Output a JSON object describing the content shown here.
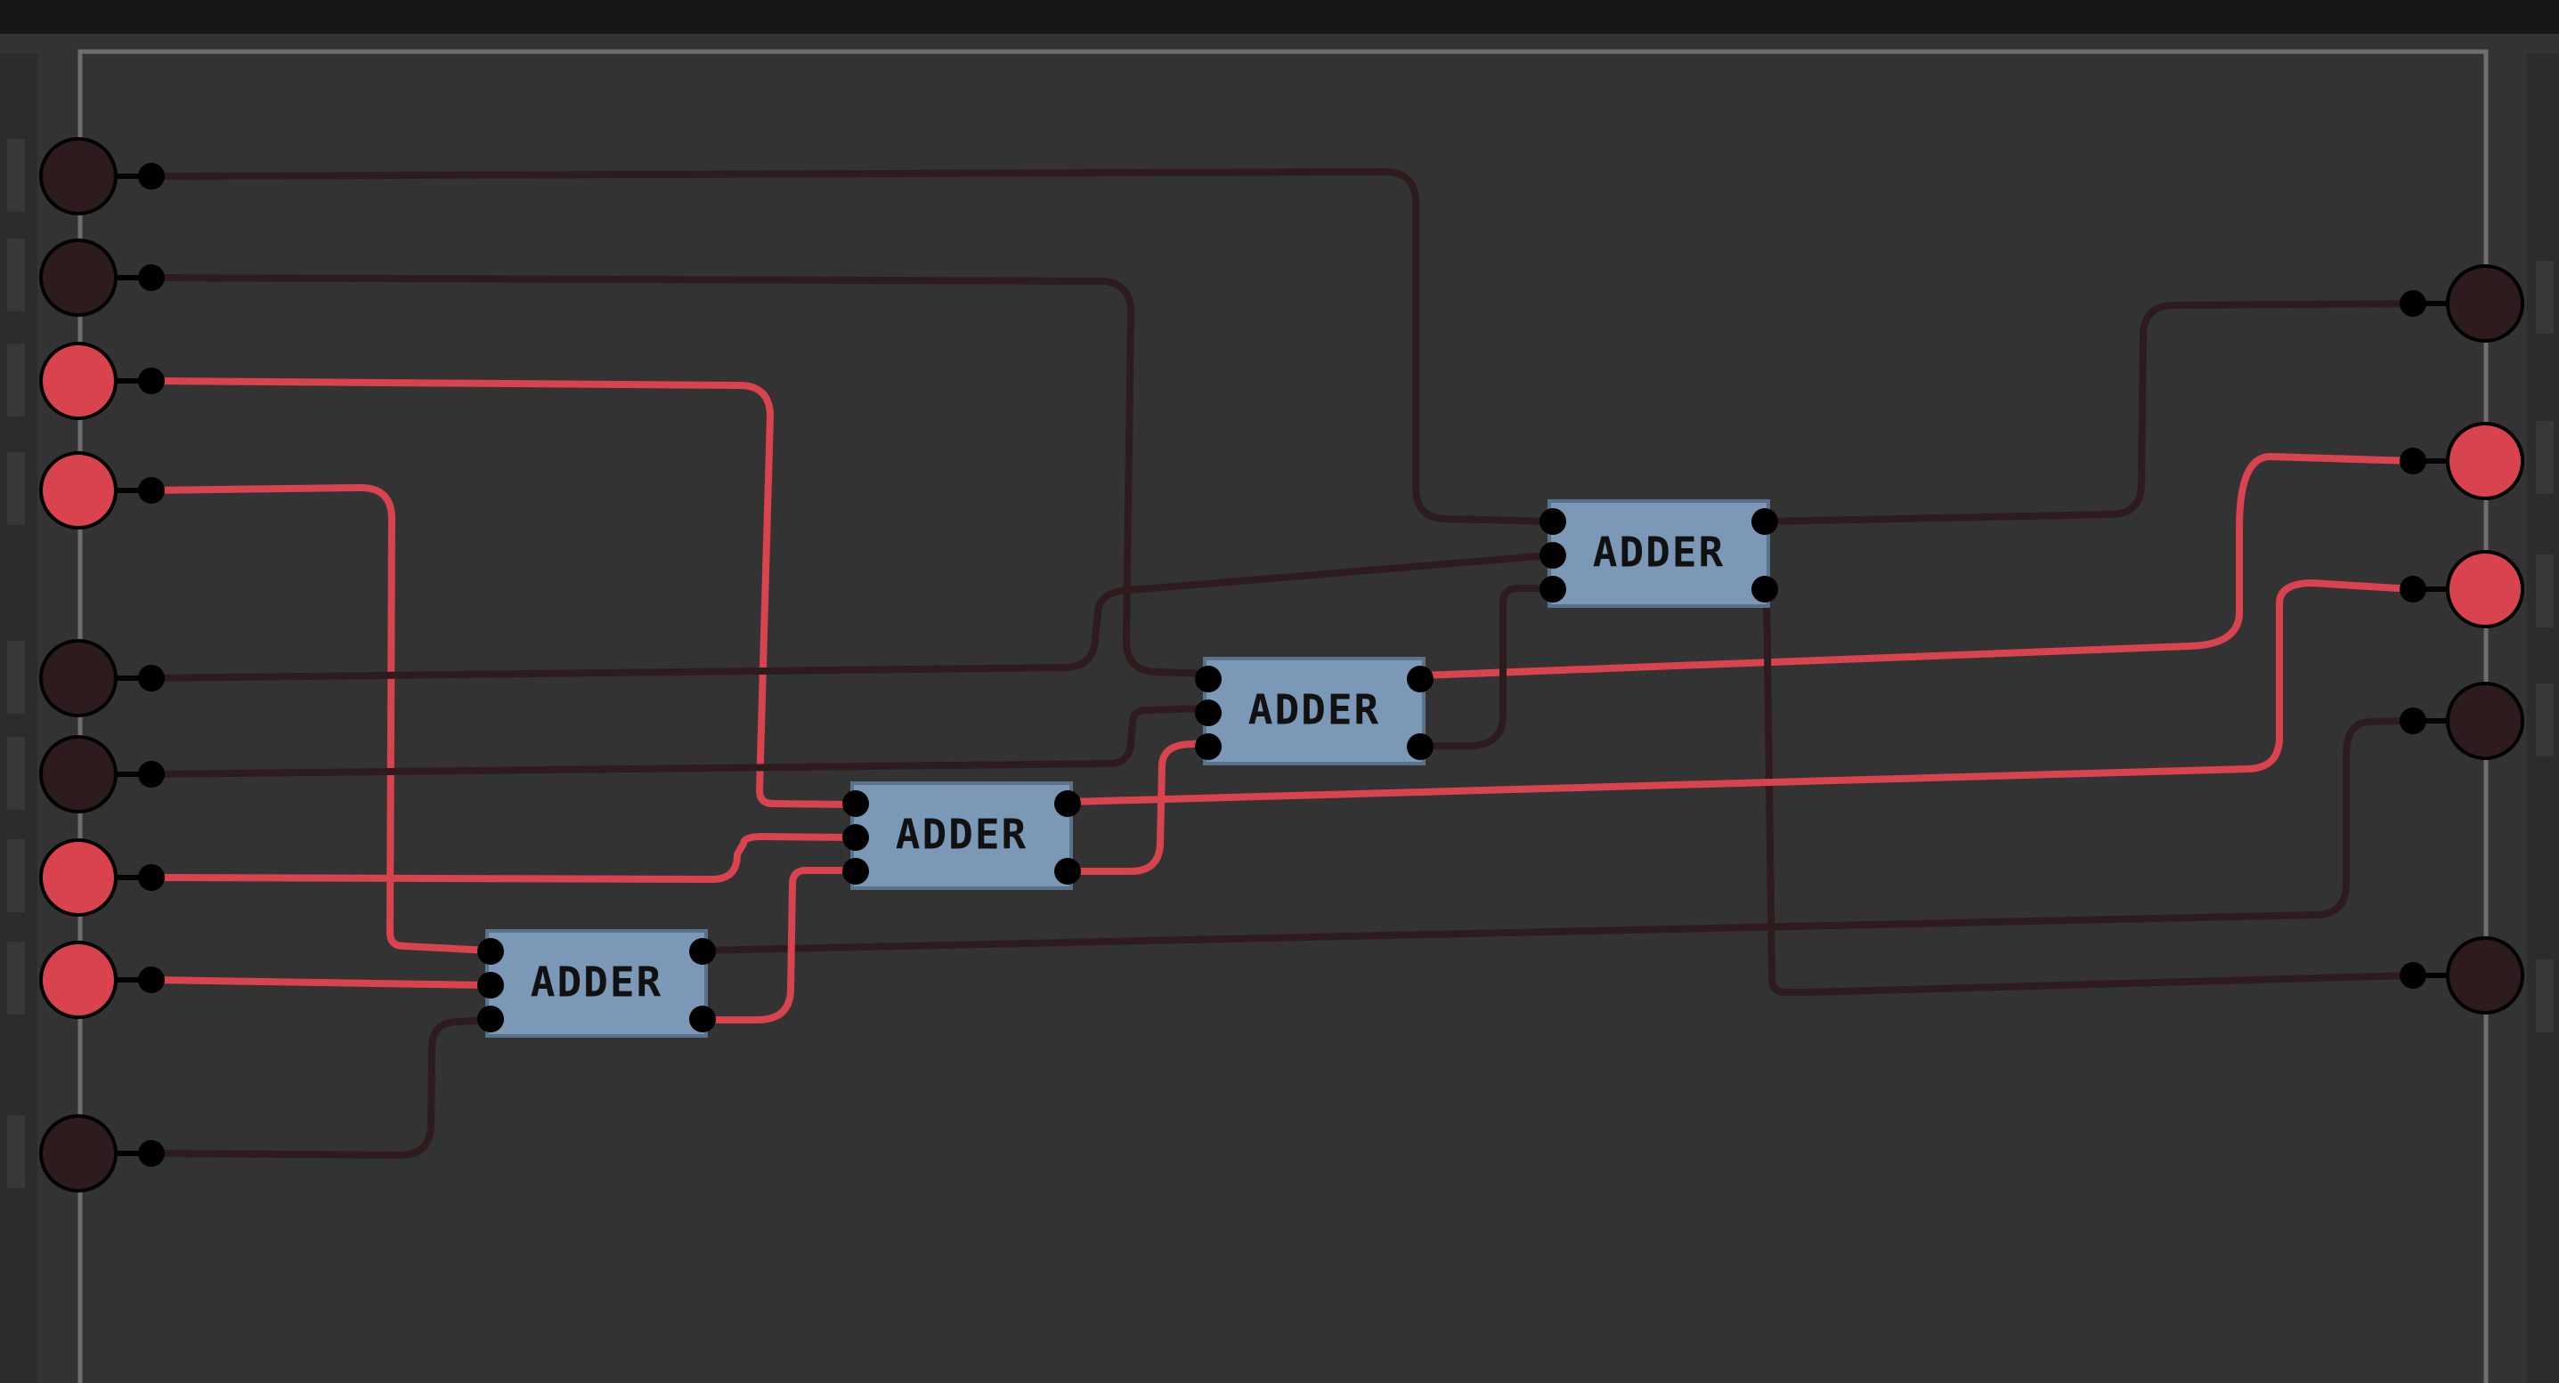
{
  "colors": {
    "wire_on": "#d9434e",
    "wire_off": "#2e1b1e",
    "pin_on": "#d9434e",
    "pin_off": "#2e1b1e",
    "adder_fill": "#7b98b6",
    "adder_stroke": "#5a738c",
    "board_border": "#6e6e6e",
    "background": "#333333",
    "topbar": "#161616"
  },
  "adders": [
    {
      "id": "adder-1",
      "label": "ADDER"
    },
    {
      "id": "adder-2",
      "label": "ADDER"
    },
    {
      "id": "adder-3",
      "label": "ADDER"
    },
    {
      "id": "adder-4",
      "label": "ADDER"
    }
  ],
  "inputs": [
    {
      "id": "in-1",
      "state": "off"
    },
    {
      "id": "in-2",
      "state": "off"
    },
    {
      "id": "in-3",
      "state": "on"
    },
    {
      "id": "in-4",
      "state": "on"
    },
    {
      "id": "in-5",
      "state": "off"
    },
    {
      "id": "in-6",
      "state": "off"
    },
    {
      "id": "in-7",
      "state": "on"
    },
    {
      "id": "in-8",
      "state": "on"
    },
    {
      "id": "in-9",
      "state": "off"
    }
  ],
  "outputs": [
    {
      "id": "out-1",
      "state": "off"
    },
    {
      "id": "out-2",
      "state": "on"
    },
    {
      "id": "out-3",
      "state": "on"
    },
    {
      "id": "out-4",
      "state": "off"
    },
    {
      "id": "out-5",
      "state": "off"
    }
  ]
}
